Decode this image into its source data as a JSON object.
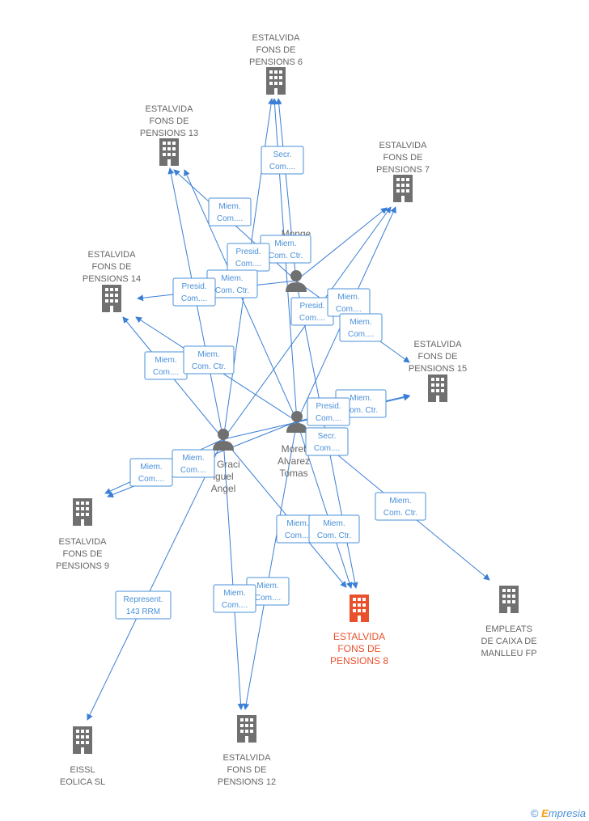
{
  "colors": {
    "edge": "#3a7fd5",
    "building": "#707070",
    "building_main": "#e8512c",
    "person": "#707070"
  },
  "companies": [
    {
      "id": "fp6",
      "lines": [
        "ESTALVIDA",
        "FONS DE",
        "PENSIONS 6"
      ]
    },
    {
      "id": "fp13",
      "lines": [
        "ESTALVIDA",
        "FONS DE",
        "PENSIONS 13"
      ]
    },
    {
      "id": "fp7",
      "lines": [
        "ESTALVIDA",
        "FONS DE",
        "PENSIONS 7"
      ]
    },
    {
      "id": "fp14",
      "lines": [
        "ESTALVIDA",
        "FONS DE",
        "PENSIONS 14"
      ]
    },
    {
      "id": "fp15",
      "lines": [
        "ESTALVIDA",
        "FONS DE",
        "PENSIONS 15"
      ]
    },
    {
      "id": "fp9",
      "lines": [
        "ESTALVIDA",
        "FONS DE",
        "PENSIONS 9"
      ]
    },
    {
      "id": "fp8",
      "lines": [
        "ESTALVIDA",
        "FONS DE",
        "PENSIONS 8"
      ],
      "main": true
    },
    {
      "id": "empl",
      "lines": [
        "EMPLEATS",
        "DE CAIXA DE",
        "MANLLEU FP"
      ]
    },
    {
      "id": "eissl",
      "lines": [
        "EISSL",
        "EOLICA  SL"
      ]
    },
    {
      "id": "fp12",
      "lines": [
        "ESTALVIDA",
        "FONS DE",
        "PENSIONS 12"
      ]
    }
  ],
  "persons": [
    {
      "id": "monge",
      "lines": [
        "Monge"
      ]
    },
    {
      "id": "moret",
      "lines": [
        "Moret",
        "Alvarez",
        "Tomas"
      ]
    },
    {
      "id": "graci",
      "lines": [
        "al Graci",
        "iguel",
        "Angel"
      ]
    }
  ],
  "edge_labels": [
    [
      "Secr.",
      "Com...."
    ],
    [
      "Miem.",
      "Com...."
    ],
    [
      "Miem.",
      "Com. Ctr."
    ],
    [
      "Presid.",
      "Com...."
    ],
    [
      "Miem.",
      "Com. Ctr."
    ],
    [
      "Presid.",
      "Com...."
    ],
    [
      "Presid.",
      "Com...."
    ],
    [
      "Miem.",
      "Com...."
    ],
    [
      "Miem.",
      "Com...."
    ],
    [
      "Miem.",
      "Com...."
    ],
    [
      "Miem.",
      "Com. Ctr."
    ],
    [
      "Miem.",
      "Com. Ctr."
    ],
    [
      "Presid.",
      "Com...."
    ],
    [
      "Secr.",
      "Com...."
    ],
    [
      "Miem.",
      "Com...."
    ],
    [
      "Miem.",
      "Com...."
    ],
    [
      "Miem.",
      "Com. Ctr."
    ],
    [
      "Miem.",
      "Com...."
    ],
    [
      "Miem.",
      "Com. Ctr."
    ],
    [
      "Represent.",
      "143 RRM"
    ],
    [
      "Miem.",
      "Com...."
    ],
    [
      "Miem.",
      "Com...."
    ]
  ],
  "copyright": {
    "symbol": "©",
    "brand_initial": "E",
    "brand_rest": "mpresia"
  }
}
